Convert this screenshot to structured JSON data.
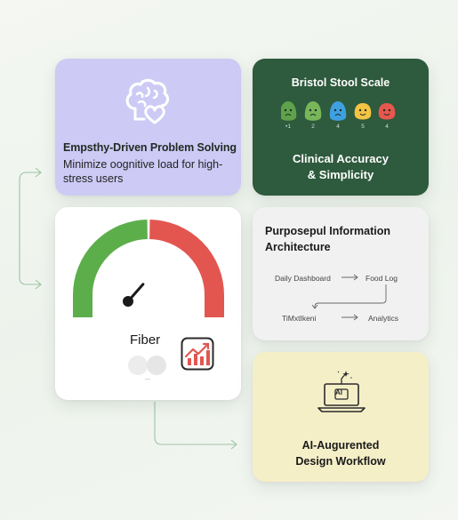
{
  "cards": {
    "empathy": {
      "title": "Empsthy-Driven Problem Solving",
      "subtitle": "Minimize oognitive load for high-stress users",
      "icon": "brain-heart-icon"
    },
    "bristol": {
      "title": "Bristol Stool Scale",
      "scale_labels": [
        "•1",
        "2",
        "4",
        "5",
        "4"
      ],
      "face_colors": [
        "#5ea24c",
        "#78b65a",
        "#3ea0e0",
        "#f3c444",
        "#e6584e"
      ],
      "headline": "Clinical Accuracy & Simplicity"
    },
    "gauge": {
      "label": "Fiber",
      "gauge_value": 0.62,
      "colors": {
        "good": "#5cae4b",
        "bad": "#e35650"
      },
      "icon": "trend-chart-icon"
    },
    "info": {
      "title": "Purposepul Information Architecture",
      "nodes": {
        "dashboard": "Daily Dashboard",
        "food_log": "Food Log",
        "timeline": "TiMxtIkeni",
        "analytics": "Analytics"
      }
    },
    "ai": {
      "chip": "AI",
      "title": "AI-Augurented Design Workflow",
      "icon": "laptop-ai-icon"
    }
  }
}
